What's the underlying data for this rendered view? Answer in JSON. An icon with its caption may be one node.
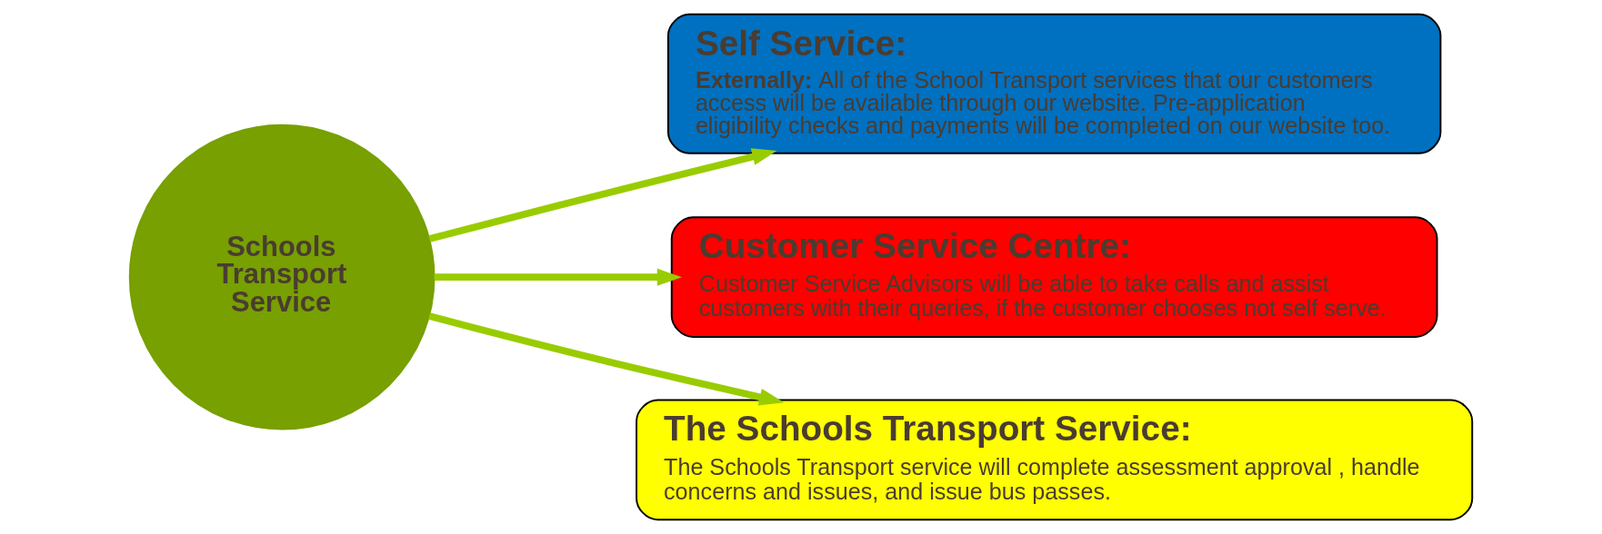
{
  "diagram": {
    "nodes": [
      {
        "text": [
          "Schools Transport Service"
        ]
      },
      {
        "text": [
          "Self Service:",
          "**Externally:** All of the School Transport services that our customers access will be available through our website. Pre-application eligibility checks and payments will be completed on our website too."
        ]
      },
      {
        "text": [
          "Customer Service Centre:",
          "Customer Service Advisors will be able to take calls and assist customers with their queries, if the customer chooses not self serve."
        ]
      },
      {
        "text": [
          "The Schools Transport Service:",
          "The Schools Transport service will complete assessment approval , handle concerns and issues, and issue bus passes."
        ]
      }
    ],
    "edges": [
      {
        "from": 0,
        "to": 1,
        "arrow": "to"
      },
      {
        "from": 0,
        "to": 2,
        "arrow": "to"
      },
      {
        "from": 0,
        "to": 3,
        "arrow": "to"
      }
    ]
  }
}
